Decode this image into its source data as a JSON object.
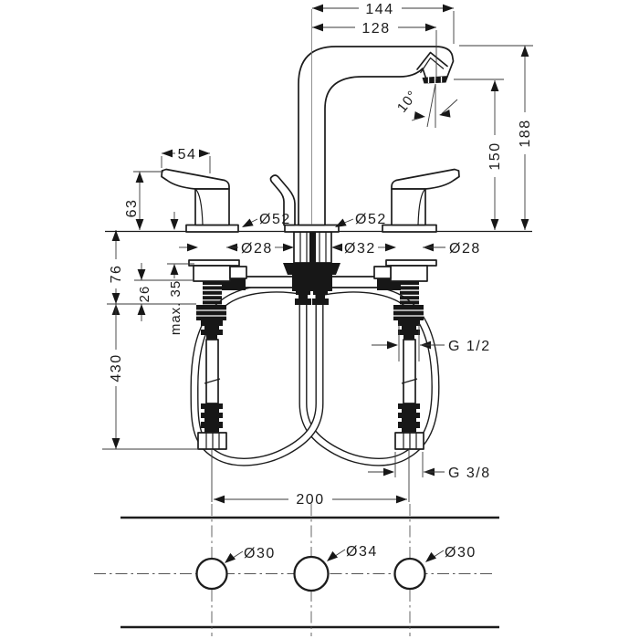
{
  "labels": {
    "dim_144": "144",
    "dim_128": "128",
    "dim_188": "188",
    "dim_150": "150",
    "dim_angle": "10°",
    "dim_54": "54",
    "dim_63": "63",
    "dia_52_left": "Ø52",
    "dia_52_center": "Ø52",
    "dia_28_left": "Ø28",
    "dia_32_center": "Ø32",
    "dia_28_right": "Ø28",
    "dim_76": "76",
    "dim_26": "26",
    "dim_max35": "max. 35",
    "dim_430": "430",
    "thread_g12": "G 1/2",
    "thread_g38": "G 3/8",
    "dim_200": "200",
    "dia_30_left": "Ø30",
    "dia_34_center": "Ø34",
    "dia_30_right": "Ø30"
  }
}
